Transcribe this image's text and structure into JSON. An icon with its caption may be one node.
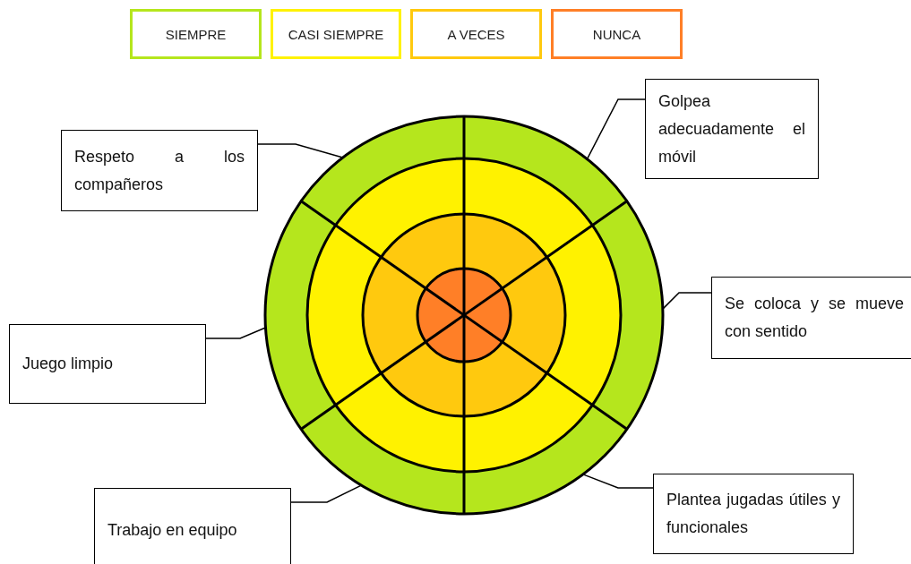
{
  "diagram": {
    "nodes": [
      {
        "text": [
          "Golpea adecuadamente el móvil"
        ]
      },
      {
        "text": [
          "Respeto a los compañeros"
        ]
      },
      {
        "text": [
          "Se coloca y se mueve con sentido"
        ]
      },
      {
        "text": [
          "Juego limpio"
        ]
      },
      {
        "text": [
          "Trabajo en equipo"
        ]
      },
      {
        "text": [
          "Plantea jugadas útiles y funcionales"
        ]
      },
      {
        "text": [],
        "shape": "circle"
      }
    ],
    "edges": [
      {
        "from": 0,
        "to": 6,
        "arrow": "none"
      },
      {
        "from": 1,
        "to": 6,
        "arrow": "none"
      },
      {
        "from": 2,
        "to": 6,
        "arrow": "none"
      },
      {
        "from": 3,
        "to": 6,
        "arrow": "none"
      },
      {
        "from": 4,
        "to": 6,
        "arrow": "none"
      },
      {
        "from": 5,
        "to": 6,
        "arrow": "none"
      }
    ],
    "legend": [
      {
        "text": "SIEMPRE",
        "color": "#b5e61d"
      },
      {
        "text": "CASI SIEMPRE",
        "color": "#fff200"
      },
      {
        "text": "A VECES",
        "color": "#ffc90e"
      },
      {
        "text": "NUNCA",
        "color": "#ff7f27"
      }
    ]
  }
}
